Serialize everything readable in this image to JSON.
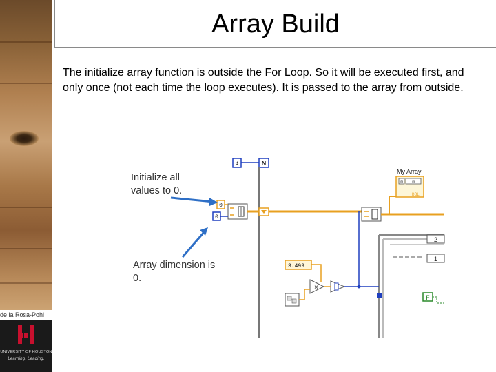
{
  "slide": {
    "title": "Array Build",
    "body": "The initialize array function is outside the For Loop. So it will be executed first, and only once (not each time the loop executes). It is passed to the array from outside.",
    "callout_init": "Initialize all values to 0.",
    "callout_dim": "Array dimension is 0.",
    "author": "de la Rosa-Pohl",
    "logo_caption_1": "UNIVERSITY OF HOUSTON",
    "logo_caption_2": "Learning. Leading."
  },
  "diagram": {
    "loop_count_const": "4",
    "for_loop_n": "N",
    "indicator_label": "My Array",
    "indicator_index": "0",
    "indicator_value": "0",
    "init_value": "0",
    "dimension_value": "0",
    "shift_index_2": "2",
    "shift_index_1": "1",
    "numeric_const": "3.499",
    "bool_const": "F",
    "dtype_dbl": "DBL"
  },
  "colors": {
    "wire_orange": "#e8a020",
    "wire_blue": "#1f3fbf",
    "wire_green": "#2b8a2b",
    "arrow_blue": "#2e6fc6",
    "title_rule": "#8a8a8a"
  }
}
